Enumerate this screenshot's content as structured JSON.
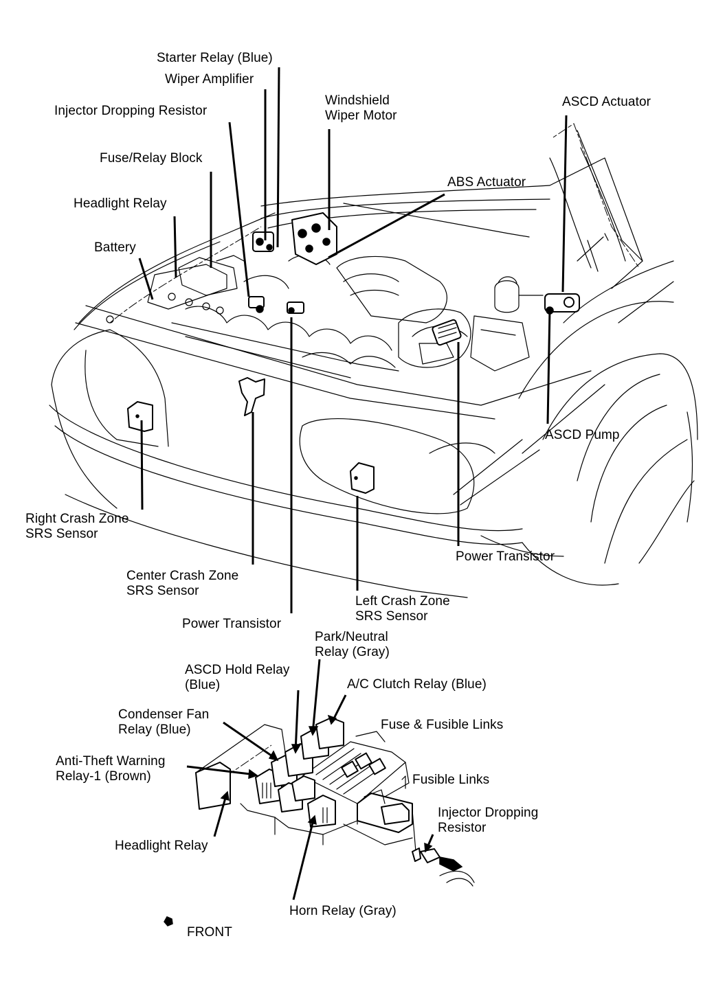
{
  "title": "Engine Compartment Component Locations",
  "labels": {
    "starter_relay": "Starter Relay (Blue)",
    "wiper_amplifier": "Wiper Amplifier",
    "injector_dropping_resistor_top": "Injector Dropping Resistor",
    "fuse_relay_block": "Fuse/Relay Block",
    "headlight_relay_top": "Headlight Relay",
    "battery": "Battery",
    "windshield_wiper_motor": [
      "Windshield",
      "Wiper Motor"
    ],
    "abs_actuator": "ABS Actuator",
    "ascd_actuator": "ASCD Actuator",
    "ascd_pump": "ASCD Pump",
    "right_crash_zone": [
      "Right Crash Zone",
      "SRS Sensor"
    ],
    "center_crash_zone": [
      "Center Crash Zone",
      "SRS Sensor"
    ],
    "power_transistor_center": "Power Transistor",
    "power_transistor_right": "Power Transistor",
    "left_crash_zone": [
      "Left Crash Zone",
      "SRS Sensor"
    ],
    "park_neutral_relay": [
      "Park/Neutral",
      "Relay (Gray)"
    ],
    "ascd_hold_relay": [
      "ASCD Hold Relay",
      "(Blue)"
    ],
    "ac_clutch_relay": "A/C Clutch Relay (Blue)",
    "condenser_fan_relay": [
      "Condenser Fan",
      "Relay (Blue)"
    ],
    "fuse_fusible_links": "Fuse & Fusible Links",
    "anti_theft_relay": [
      "Anti-Theft Warning",
      "Relay-1 (Brown)"
    ],
    "fusible_links": "Fusible Links",
    "injector_dropping_resistor_bottom": [
      "Injector Dropping",
      "Resistor"
    ],
    "headlight_relay_bottom": "Headlight Relay",
    "horn_relay": "Horn Relay (Gray)",
    "front": "FRONT"
  }
}
